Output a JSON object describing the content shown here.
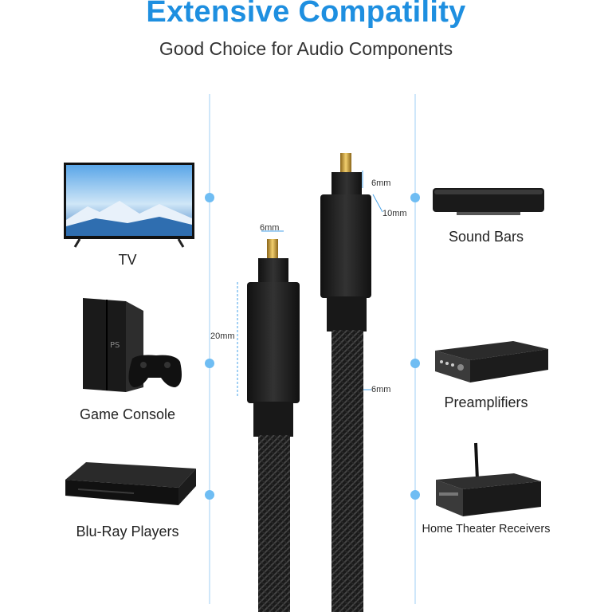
{
  "header": {
    "title": "Extensive Compatility",
    "subtitle": "Good Choice for Audio Components"
  },
  "devices_left": [
    {
      "label": "TV",
      "icon": "tv-icon"
    },
    {
      "label": "Game Console",
      "icon": "game-console-icon"
    },
    {
      "label": "Blu-Ray Players",
      "icon": "bluray-player-icon"
    }
  ],
  "devices_right": [
    {
      "label": "Sound Bars",
      "icon": "soundbar-icon"
    },
    {
      "label": "Preamplifiers",
      "icon": "preamplifier-icon"
    },
    {
      "label": "Home Theater Receivers",
      "icon": "receiver-icon"
    }
  ],
  "dimensions": {
    "left_tip_width": "6mm",
    "left_body_length": "20mm",
    "right_tip_width": "6mm",
    "right_body_width": "10mm",
    "cable_diameter": "6mm"
  },
  "colors": {
    "accent": "#1e8fe0",
    "line": "#cfe7fa",
    "dot": "#6fbdf3",
    "connector": "#1c1c1c",
    "tip_gold": "#d4a23c"
  }
}
